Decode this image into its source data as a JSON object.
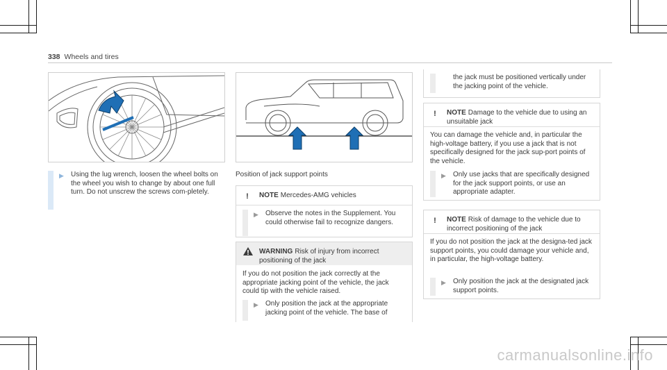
{
  "header": {
    "page_number": "338",
    "section_title": "Wheels and tires"
  },
  "left_column": {
    "step": "Using the lug wrench, loosen the wheel bolts on the wheel you wish to change by about one full turn. Do not unscrew the screws com-pletely."
  },
  "middle_column": {
    "caption": "Position of jack support points",
    "note_box": {
      "keyword": "NOTE",
      "heading": "Mercedes-AMG vehicles",
      "step": "Observe the notes in the Supplement. You could otherwise fail to recognize dangers."
    },
    "warning_box": {
      "keyword": "WARNING",
      "heading": "Risk of injury from incorrect positioning of the jack",
      "body": "If you do not position the jack correctly at the appropriate jacking point of the vehicle, the jack could tip with the vehicle raised.",
      "step": "Only position the jack at the appropriate jacking point of the vehicle. The base of"
    }
  },
  "right_column": {
    "continued_step": "the jack must be positioned vertically under the jacking point of the vehicle.",
    "note_box_1": {
      "keyword": "NOTE",
      "heading": "Damage to the vehicle due to using an unsuitable jack",
      "body": "You can damage the vehicle and, in particular the high-voltage battery, if you use a jack that is not specifically designed for the jack sup-port points of the vehicle.",
      "step": "Only use jacks that are specifically designed for the jack support points, or use an appropriate adapter."
    },
    "note_box_2": {
      "keyword": "NOTE",
      "heading": "Risk of damage to the vehicle due to incorrect positioning of the jack",
      "body": "If you do not position the jack at the designa-ted jack support points, you could damage your vehicle and, in particular, the high-voltage battery.",
      "step": "Only position the jack at the designated jack support points."
    }
  },
  "icons": {
    "step_marker": "play-triangle-icon",
    "note_marker": "exclamation-icon",
    "warning_marker": "warning-triangle-icon",
    "jack_arrow": "up-arrow-icon",
    "wrench_arrow": "rotate-arrow-icon"
  },
  "colors": {
    "accent_blue": "#1f6fb5",
    "step_bar": "#dbe9f7",
    "step_bar_gray": "#ececec",
    "warning_head_bg": "#eeeeee"
  },
  "watermark": "carmanualsonline.info"
}
